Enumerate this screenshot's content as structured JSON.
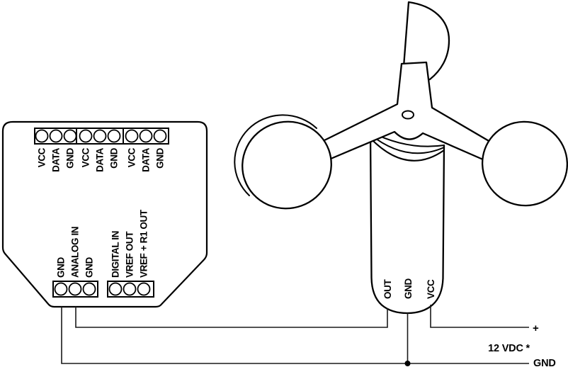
{
  "board": {
    "top_header_pins": [
      "VCC",
      "DATA",
      "GND",
      "VCC",
      "DATA",
      "GND",
      "VCC",
      "DATA",
      "GND"
    ],
    "analog_connector_pins": [
      "GND",
      "ANALOG IN",
      "GND"
    ],
    "digital_connector_pins": [
      "DIGITAL IN",
      "VREF OUT",
      "VREF + R1 OUT"
    ]
  },
  "sensor": {
    "pins": [
      "OUT",
      "GND",
      "VCC"
    ]
  },
  "power": {
    "positive_label": "+",
    "supply_label": "12 VDC *",
    "ground_label": "GND"
  },
  "colors": {
    "line": "#000000",
    "background": "#ffffff"
  }
}
